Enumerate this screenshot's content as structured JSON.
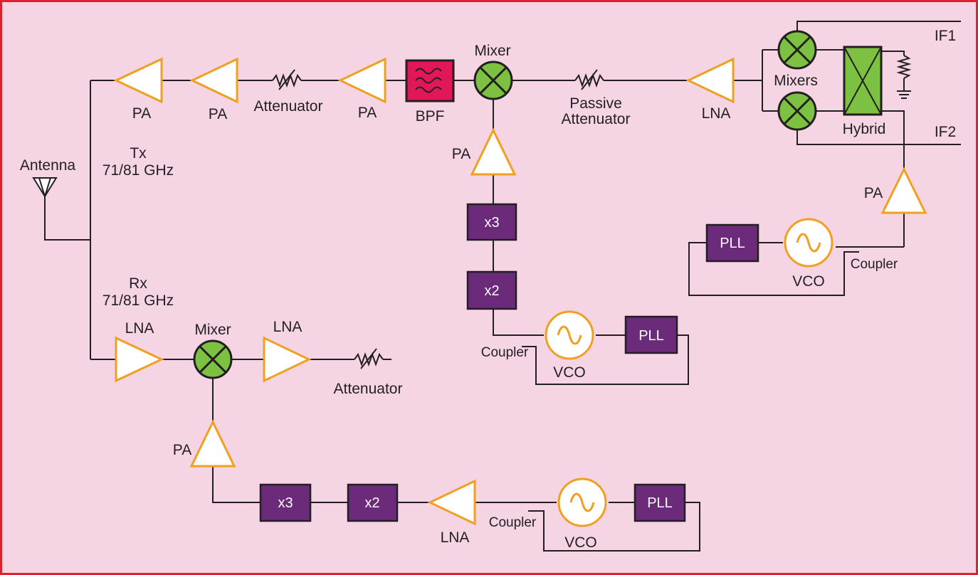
{
  "colors": {
    "background": "#f5d4e4",
    "border": "#e0202e",
    "wire": "#231f20",
    "amplifier": "#f0a020",
    "mixer": "#7cc142",
    "block": "#6b2a7a",
    "filter": "#e0185a",
    "hybrid": "#7cc142"
  },
  "labels": {
    "antenna": "Antenna",
    "tx_line1": "Tx",
    "tx_line2": "71/81 GHz",
    "rx_line1": "Rx",
    "rx_line2": "71/81 GHz",
    "pa": "PA",
    "lna": "LNA",
    "attenuator": "Attenuator",
    "bpf": "BPF",
    "mixer": "Mixer",
    "passive_attenuator_1": "Passive",
    "passive_attenuator_2": "Attenuator",
    "mixers": "Mixers",
    "hybrid": "Hybrid",
    "if1": "IF1",
    "if2": "IF2",
    "x3": "x3",
    "x2": "x2",
    "pll": "PLL",
    "vco": "VCO",
    "coupler": "Coupler"
  }
}
